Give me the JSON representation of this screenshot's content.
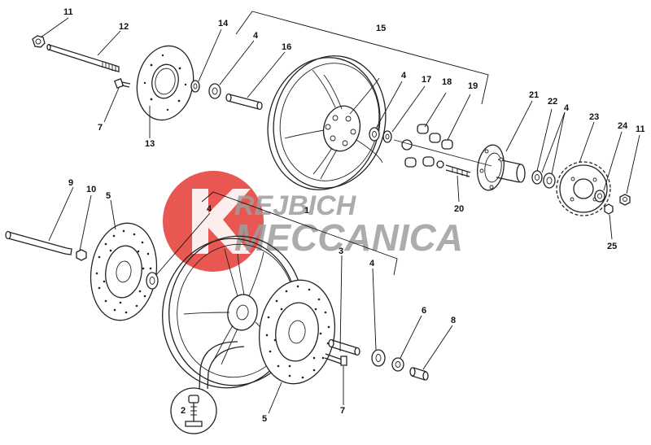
{
  "watermark": {
    "brand_line1": "REJBICH",
    "brand_line2": "MECCANICA",
    "logo_color": "#e53935",
    "text_color": "#9e9e9e"
  },
  "callouts": [
    {
      "id": "c11a",
      "text": "11"
    },
    {
      "id": "c12",
      "text": "12"
    },
    {
      "id": "c14",
      "text": "14"
    },
    {
      "id": "c4a",
      "text": "4"
    },
    {
      "id": "c16",
      "text": "16"
    },
    {
      "id": "c15",
      "text": "15"
    },
    {
      "id": "c7a",
      "text": "7"
    },
    {
      "id": "c13",
      "text": "13"
    },
    {
      "id": "c4b",
      "text": "4"
    },
    {
      "id": "c17",
      "text": "17"
    },
    {
      "id": "c18",
      "text": "18"
    },
    {
      "id": "c19",
      "text": "19"
    },
    {
      "id": "c21",
      "text": "21"
    },
    {
      "id": "c22",
      "text": "22"
    },
    {
      "id": "c4c",
      "text": "4"
    },
    {
      "id": "c23",
      "text": "23"
    },
    {
      "id": "c24",
      "text": "24"
    },
    {
      "id": "c11b",
      "text": "11"
    },
    {
      "id": "c20",
      "text": "20"
    },
    {
      "id": "c25",
      "text": "25"
    },
    {
      "id": "c9",
      "text": "9"
    },
    {
      "id": "c10",
      "text": "10"
    },
    {
      "id": "c5a",
      "text": "5"
    },
    {
      "id": "c4d",
      "text": "4"
    },
    {
      "id": "c1",
      "text": "1"
    },
    {
      "id": "c3",
      "text": "3"
    },
    {
      "id": "c4e",
      "text": "4"
    },
    {
      "id": "c6",
      "text": "6"
    },
    {
      "id": "c8",
      "text": "8"
    },
    {
      "id": "c2",
      "text": "2"
    },
    {
      "id": "c5b",
      "text": "5"
    },
    {
      "id": "c7b",
      "text": "7"
    }
  ]
}
